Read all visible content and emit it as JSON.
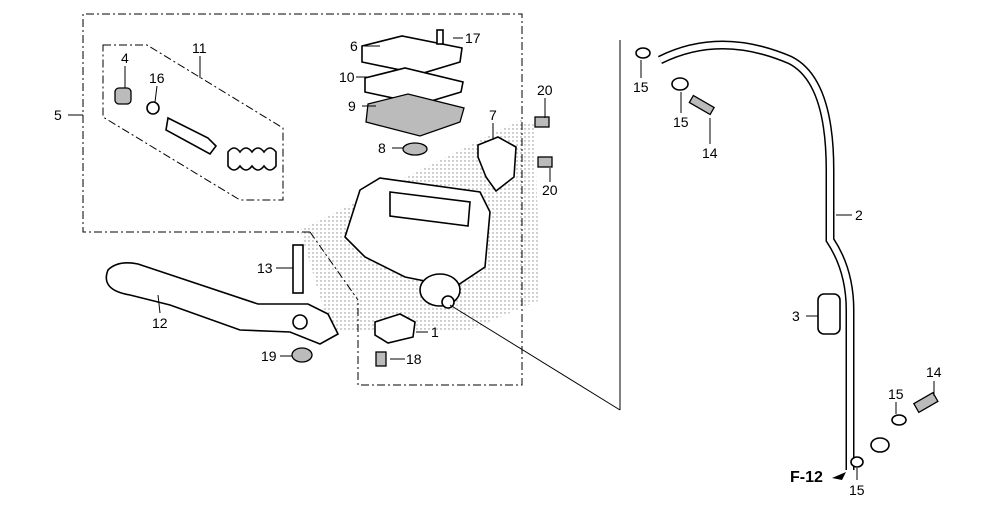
{
  "title": "Front brake master cylinder parts diagram",
  "callouts": {
    "c1": "1",
    "c2": "2",
    "c3": "3",
    "c4": "4",
    "c5": "5",
    "c6": "6",
    "c7": "7",
    "c8": "8",
    "c9": "9",
    "c10": "10",
    "c11": "11",
    "c12": "12",
    "c13": "13",
    "c14a": "14",
    "c14b": "14",
    "c15a": "15",
    "c15b": "15",
    "c15c": "15",
    "c15d": "15",
    "c16": "16",
    "c17": "17",
    "c18": "18",
    "c19": "19",
    "c20a": "20",
    "c20b": "20"
  },
  "reference": "F-12"
}
